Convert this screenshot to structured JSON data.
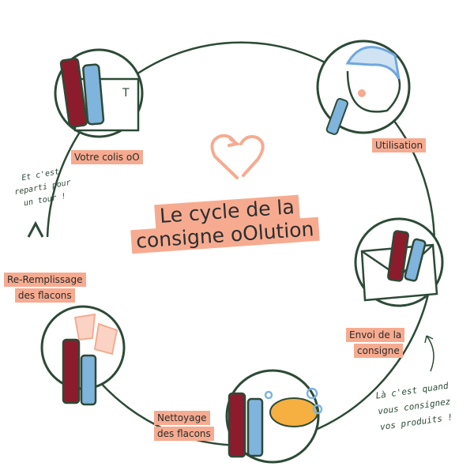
{
  "title": {
    "line1": "Le cycle de la",
    "line2": "consigne oOlution"
  },
  "steps": [
    {
      "label": "Votre colis oO"
    },
    {
      "label": "Utilisation"
    },
    {
      "label_line1": "Envoi de la",
      "label_line2": "consigne"
    },
    {
      "label_line1": "Nettoyage",
      "label_line2": "des flacons"
    },
    {
      "label_line1": "Re-Remplissage",
      "label_line2": "des flacons"
    }
  ],
  "notes": {
    "restart": [
      "Et c'est",
      "reparti pour",
      "un tour !"
    ],
    "consign": [
      "Là c'est quand",
      "vous consignez",
      "vos produits !"
    ]
  },
  "colors": {
    "line": "#2d4a37",
    "accent": "#f6ab90",
    "blue": "#7fb4dc",
    "red": "#8c1c2c"
  }
}
